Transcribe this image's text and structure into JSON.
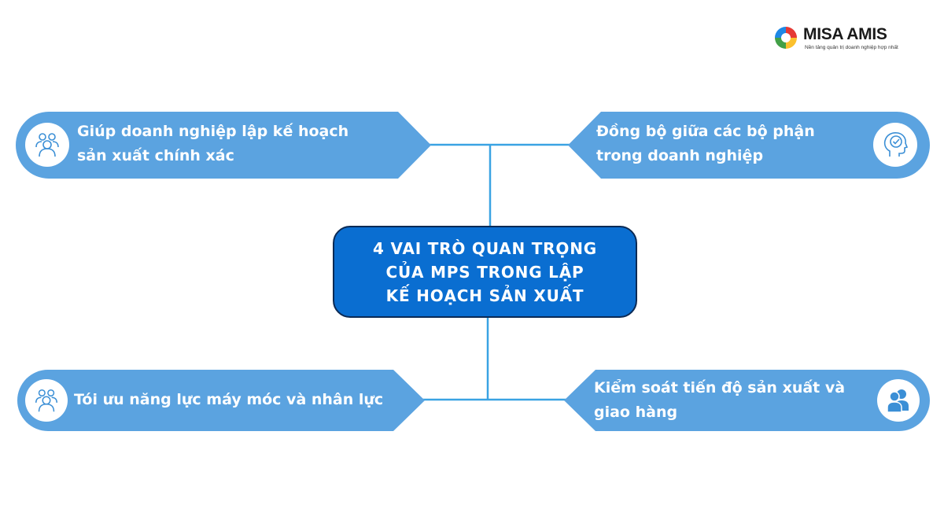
{
  "brand": {
    "name": "MISA AMIS",
    "tagline": "Nền tảng quản trị doanh nghiệp hợp nhất",
    "logo_colors": [
      "#e53935",
      "#fbc02d",
      "#43a047",
      "#1e88e5"
    ]
  },
  "center": {
    "title": "4 VAI TRÒ QUAN TRỌNG\nCỦA MPS TRONG LẬP\nKẾ HOẠCH SẢN XUẤT"
  },
  "cards": {
    "top_left": {
      "text": "Giúp doanh nghiệp lập kế hoạch\nsản xuất chính xác",
      "icon": "team-meeting-icon"
    },
    "top_right": {
      "text": "Đồng bộ giữa các bộ phận\ntrong doanh nghiệp",
      "icon": "head-check-icon"
    },
    "bottom_left": {
      "text": "Tói ưu năng lực máy móc và nhân lực",
      "icon": "team-meeting-icon"
    },
    "bottom_right": {
      "text": "Kiểm soát tiến độ sản xuất và\ngiao hàng",
      "icon": "users-icon"
    }
  },
  "colors": {
    "card": "#5ba3e0",
    "center": "#0a6ed1",
    "center_border": "#0b2a55",
    "connector": "#3aa3e3",
    "icon_stroke": "#3b8fd6"
  }
}
